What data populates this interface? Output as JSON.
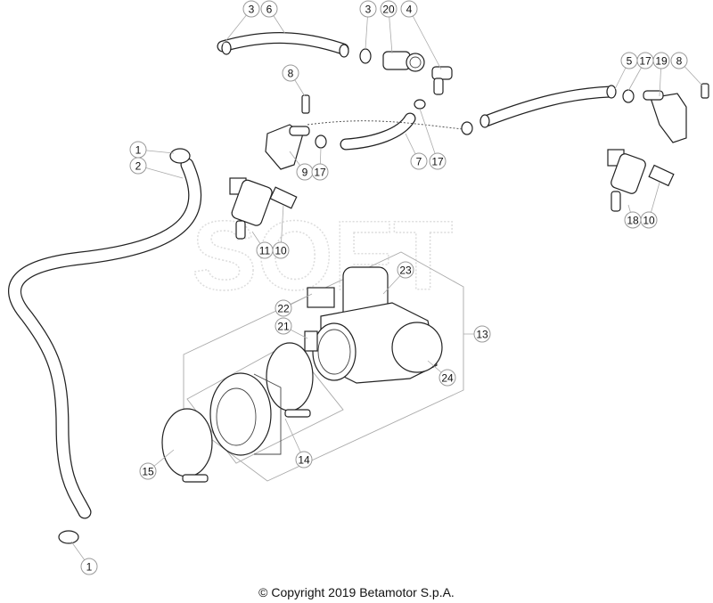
{
  "diagram": {
    "callouts": [
      "3",
      "6",
      "3",
      "20",
      "4",
      "8",
      "5",
      "17",
      "19",
      "8",
      "1",
      "2",
      "9",
      "17",
      "7",
      "17",
      "11",
      "10",
      "18",
      "10",
      "23",
      "22",
      "21",
      "13",
      "24",
      "14",
      "15",
      "1"
    ],
    "watermark": "SOFT"
  },
  "footer": {
    "copyright": "© Copyright 2019 Betamotor S.p.A."
  }
}
